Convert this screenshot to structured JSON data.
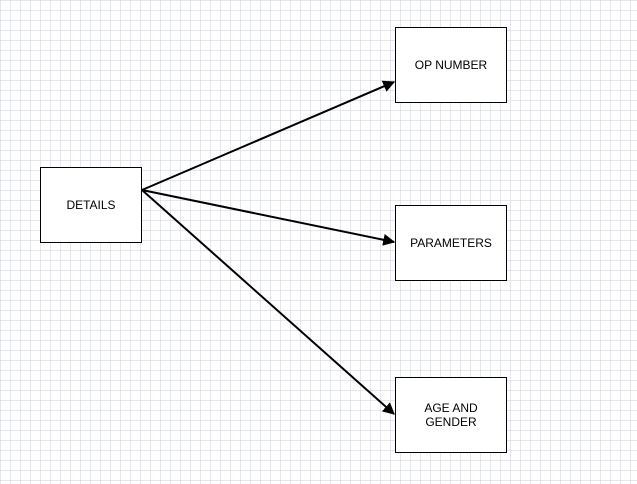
{
  "diagram": {
    "nodes": [
      {
        "id": "details",
        "label": "DETAILS"
      },
      {
        "id": "op_number",
        "label": "OP NUMBER"
      },
      {
        "id": "parameters",
        "label": "PARAMETERS"
      },
      {
        "id": "age_gender",
        "label": "AGE AND\nGENDER"
      }
    ],
    "edges": [
      {
        "from": "details",
        "to": "op_number"
      },
      {
        "from": "details",
        "to": "parameters"
      },
      {
        "from": "details",
        "to": "age_gender"
      }
    ],
    "colors": {
      "line": "#000000",
      "node_fill": "#ffffff",
      "grid": "#d2d2e1"
    }
  }
}
